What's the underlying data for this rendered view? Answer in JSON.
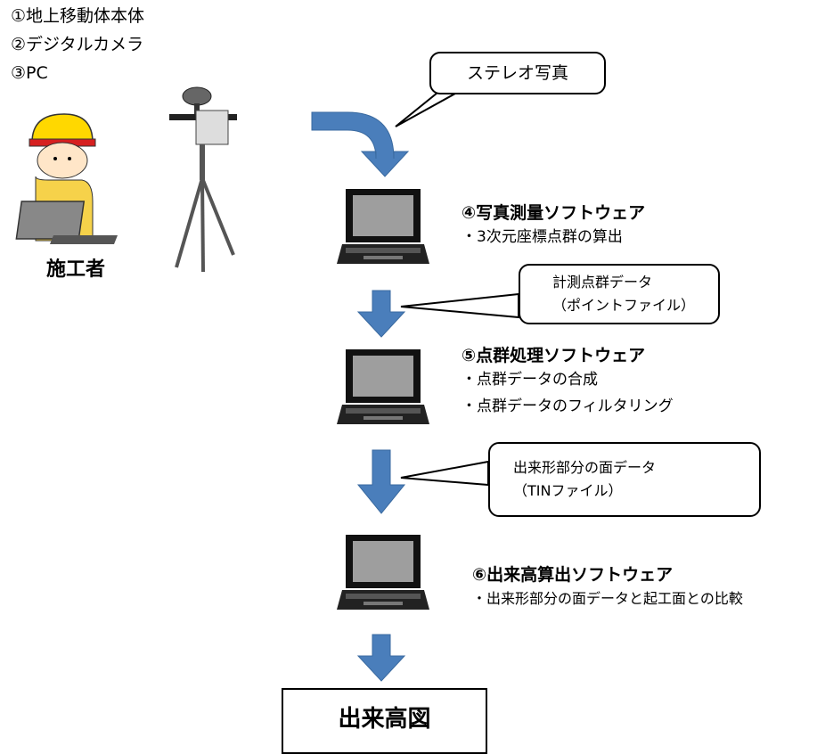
{
  "equipment": [
    "①地上移動体本体",
    "②デジタルカメラ",
    "③PC"
  ],
  "worker_label": "施工者",
  "callouts": {
    "stereo": "ステレオ写真",
    "point_data": [
      "計測点群データ",
      "（ポイントファイル）"
    ],
    "surface_data": [
      "出来形部分の面データ",
      "（TINファイル）"
    ]
  },
  "steps": [
    {
      "title": "④写真測量ソフトウェア",
      "items": [
        "・3次元座標点群の算出"
      ]
    },
    {
      "title": "⑤点群処理ソフトウェア",
      "items": [
        "・点群データの合成",
        "・点群データのフィルタリング"
      ]
    },
    {
      "title": "⑥出来高算出ソフトウェア",
      "items": [
        "・出来形部分の面データと起工面との比較"
      ]
    }
  ],
  "result": "出来高図",
  "colors": {
    "arrow": "#4a7ebb",
    "laptop_frame": "#111111",
    "laptop_screen": "#9e9e9e",
    "helmet": "#ffd800",
    "shirt": "#f6d24a"
  }
}
